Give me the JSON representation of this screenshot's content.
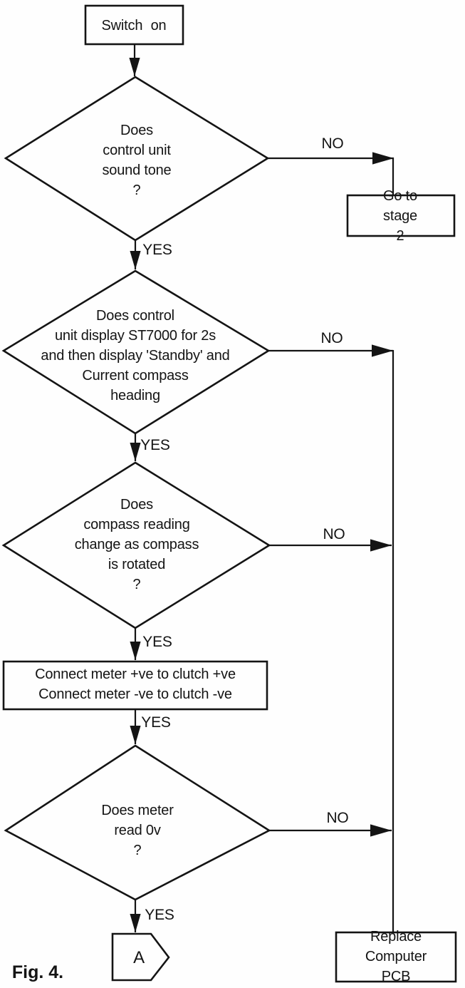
{
  "figure_label": "Fig. 4.",
  "edge_labels": {
    "yes": "YES",
    "no": "NO"
  },
  "nodes": {
    "start": {
      "label": "Switch on",
      "shape": "rectangle"
    },
    "q_sound_tone": {
      "label": "Does\ncontrol unit\nsound tone\n?",
      "shape": "diamond"
    },
    "go_to_stage_2": {
      "label": "Go to stage\n2",
      "shape": "rectangle"
    },
    "q_display": {
      "label": "Does control\nunit display ST7000 for 2s\nand then display 'Standby' and\nCurrent compass\nheading",
      "shape": "diamond"
    },
    "q_compass": {
      "label": "Does\ncompass reading\nchange as compass\nis rotated\n?",
      "shape": "diamond"
    },
    "connect_meter": {
      "label": "Connect meter +ve to clutch +ve\nConnect meter -ve to clutch -ve",
      "shape": "rectangle"
    },
    "q_meter": {
      "label": "Does meter\nread 0v\n?",
      "shape": "diamond"
    },
    "connector_a": {
      "label": "A",
      "shape": "pentagon-connector"
    },
    "replace_pcb": {
      "label": "Replace\nComputer PCB",
      "shape": "rectangle"
    }
  },
  "edges": [
    {
      "from": "start",
      "to": "q_sound_tone",
      "label": ""
    },
    {
      "from": "q_sound_tone",
      "to": "go_to_stage_2",
      "label": "NO"
    },
    {
      "from": "q_sound_tone",
      "to": "q_display",
      "label": "YES"
    },
    {
      "from": "q_display",
      "to": "replace_pcb",
      "label": "NO"
    },
    {
      "from": "q_display",
      "to": "q_compass",
      "label": "YES"
    },
    {
      "from": "q_compass",
      "to": "replace_pcb",
      "label": "NO"
    },
    {
      "from": "q_compass",
      "to": "connect_meter",
      "label": "YES"
    },
    {
      "from": "connect_meter",
      "to": "q_meter",
      "label": "YES"
    },
    {
      "from": "q_meter",
      "to": "replace_pcb",
      "label": "NO"
    },
    {
      "from": "q_meter",
      "to": "connector_a",
      "label": "YES"
    }
  ],
  "colors": {
    "ink": "#141414",
    "background": "#fefefe"
  }
}
